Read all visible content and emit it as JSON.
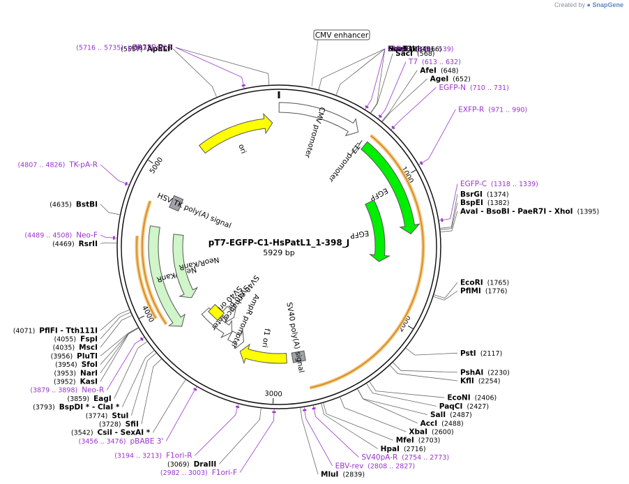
{
  "watermark": {
    "prefix": "Created by",
    "brand": "SnapGene"
  },
  "plasmid": {
    "name": "pT7-EGFP-C1-HsPatL1_1-398_J",
    "length_label": "5929 bp",
    "length": 5929
  },
  "ruler": [
    {
      "label": "1000",
      "pos": 1000
    },
    {
      "label": "2000",
      "pos": 2000
    },
    {
      "label": "3000",
      "pos": 3000
    },
    {
      "label": "4000",
      "pos": 4000
    },
    {
      "label": "5000",
      "pos": 5000
    }
  ],
  "colors": {
    "backbone": "#111111",
    "primer": "#9933cc",
    "enzyme": "#000000",
    "orf_highlight": "#f5c275",
    "orf_line": "#c87b17",
    "cds": "#00ee00",
    "ori": "#ffff00",
    "neo": "#cff5c8",
    "promoter": "#ffffff",
    "polyA": "#a0a4a8"
  },
  "enzymes": [
    {
      "name": "PciI",
      "pos": "(5871)",
      "side": "left",
      "site": 5871
    },
    {
      "name": "ApaLI",
      "pos": "(5557)",
      "side": "left",
      "site": 5557
    },
    {
      "name": "NdeI",
      "pos": "(234)",
      "side": "right",
      "site": 234
    },
    {
      "name": "SnaBI",
      "pos": "(340)",
      "side": "right",
      "site": 340
    },
    {
      "name": "Eco53kI",
      "pos": "(566)",
      "side": "right",
      "site": 566
    },
    {
      "name": "SacI",
      "pos": "(568)",
      "side": "right",
      "site": 568
    },
    {
      "name": "AfeI",
      "pos": "(648)",
      "side": "right",
      "site": 648
    },
    {
      "name": "AgeI",
      "pos": "(652)",
      "side": "right",
      "site": 652
    },
    {
      "name": "BsrGI",
      "pos": "(1374)",
      "side": "right",
      "site": 1374
    },
    {
      "name": "BspEI",
      "pos": "(1382)",
      "side": "right",
      "site": 1382
    },
    {
      "name": "AvaI - BsoBI - PaeR7I - XhoI",
      "pos": "(1395)",
      "side": "right",
      "site": 1395
    },
    {
      "name": "EcoRI",
      "pos": "(1765)",
      "side": "right",
      "site": 1765
    },
    {
      "name": "PflMI",
      "pos": "(1776)",
      "side": "right",
      "site": 1776
    },
    {
      "name": "PstI",
      "pos": "(2117)",
      "side": "right",
      "site": 2117
    },
    {
      "name": "PshAI",
      "pos": "(2230)",
      "side": "right",
      "site": 2230
    },
    {
      "name": "KflI",
      "pos": "(2254)",
      "side": "right",
      "site": 2254
    },
    {
      "name": "EcoNI",
      "pos": "(2406)",
      "side": "right",
      "site": 2406
    },
    {
      "name": "PaqCI",
      "pos": "(2427)",
      "side": "right",
      "site": 2427
    },
    {
      "name": "SalI",
      "pos": "(2487)",
      "side": "right",
      "site": 2487
    },
    {
      "name": "AccI",
      "pos": "(2488)",
      "side": "right",
      "site": 2488
    },
    {
      "name": "XbaI",
      "pos": "(2600)",
      "side": "right",
      "site": 2600
    },
    {
      "name": "MfeI",
      "pos": "(2703)",
      "side": "right",
      "site": 2703
    },
    {
      "name": "HpaI",
      "pos": "(2716)",
      "side": "right",
      "site": 2716
    },
    {
      "name": "MluI",
      "pos": "(2839)",
      "side": "right",
      "site": 2839
    },
    {
      "name": "DraIII",
      "pos": "(3069)",
      "side": "left",
      "site": 3069
    },
    {
      "name": "CsiI - SexAI *",
      "pos": "(3542)",
      "side": "left",
      "site": 3542
    },
    {
      "name": "SfiI",
      "pos": "(3728)",
      "side": "left",
      "site": 3728
    },
    {
      "name": "StuI",
      "pos": "(3774)",
      "side": "left",
      "site": 3774
    },
    {
      "name": "BspDI * - ClaI *",
      "pos": "(3793)",
      "side": "left",
      "site": 3793
    },
    {
      "name": "EagI",
      "pos": "(3859)",
      "side": "left",
      "site": 3859
    },
    {
      "name": "KasI",
      "pos": "(3952)",
      "side": "left",
      "site": 3952
    },
    {
      "name": "NarI",
      "pos": "(3953)",
      "side": "left",
      "site": 3953
    },
    {
      "name": "SfoI",
      "pos": "(3954)",
      "side": "left",
      "site": 3954
    },
    {
      "name": "PluTI",
      "pos": "(3956)",
      "side": "left",
      "site": 3956
    },
    {
      "name": "MscI",
      "pos": "(4035)",
      "side": "left",
      "site": 4035
    },
    {
      "name": "FspI",
      "pos": "(4055)",
      "side": "left",
      "site": 4055
    },
    {
      "name": "PflFI - Tth111I",
      "pos": "(4071)",
      "side": "left",
      "site": 4071
    },
    {
      "name": "RsrII",
      "pos": "(4469)",
      "side": "left",
      "site": 4469
    },
    {
      "name": "BstBI",
      "pos": "(4635)",
      "side": "left",
      "site": 4635
    }
  ],
  "primers": [
    {
      "name": "pBR322ori-F",
      "range": "(5716 .. 5735)",
      "side": "left",
      "start": 5716,
      "end": 5735
    },
    {
      "name": "CMV-F",
      "range": "(519 .. 539)",
      "side": "right",
      "start": 519,
      "end": 539
    },
    {
      "name": "T7",
      "range": "(613 .. 632)",
      "side": "right",
      "start": 613,
      "end": 632
    },
    {
      "name": "EGFP-N",
      "range": "(710 .. 731)",
      "side": "right",
      "start": 710,
      "end": 731
    },
    {
      "name": "EXFP-R",
      "range": "(971 .. 990)",
      "side": "right",
      "start": 971,
      "end": 990
    },
    {
      "name": "EGFP-C",
      "range": "(1318 .. 1339)",
      "side": "right",
      "start": 1318,
      "end": 1339
    },
    {
      "name": "SV40pA-R",
      "range": "(2754 .. 2773)",
      "side": "right",
      "start": 2754,
      "end": 2773
    },
    {
      "name": "EBV-rev",
      "range": "(2808 .. 2827)",
      "side": "right",
      "start": 2808,
      "end": 2827
    },
    {
      "name": "F1ori-F",
      "range": "(2982 .. 3003)",
      "side": "left",
      "start": 2982,
      "end": 3003
    },
    {
      "name": "F1ori-R",
      "range": "(3194 .. 3213)",
      "side": "left",
      "start": 3194,
      "end": 3213
    },
    {
      "name": "pBABE 3'",
      "range": "(3456 .. 3476)",
      "side": "left",
      "start": 3456,
      "end": 3476
    },
    {
      "name": "Neo-R",
      "range": "(3879 .. 3898)",
      "side": "left",
      "start": 3879,
      "end": 3898
    },
    {
      "name": "Neo-F",
      "range": "(4489 .. 4508)",
      "side": "left",
      "start": 4489,
      "end": 4508
    },
    {
      "name": "TK-pA-R",
      "range": "(4807 .. 4826)",
      "side": "left",
      "start": 4807,
      "end": 4826
    }
  ],
  "boxed_feature": {
    "label": "CMV enhancer",
    "start": 1,
    "end": 380
  },
  "features": [
    {
      "label": "ori",
      "type": "ori",
      "start": 5300,
      "end": 5880,
      "dir": "fwd"
    },
    {
      "label": "CMV promoter",
      "type": "promoter",
      "start": 1,
      "end": 570,
      "dir": "fwd"
    },
    {
      "label": "T7 promoter",
      "type": "promoter",
      "start": 613,
      "end": 632,
      "dir": "fwd"
    },
    {
      "label": "EGFP",
      "type": "cds",
      "start": 660,
      "end": 1390,
      "dir": "fwd"
    },
    {
      "label": "EGFP",
      "type": "cds",
      "start": 1050,
      "end": 1620,
      "dir": "fwd"
    },
    {
      "label": "SV40 poly(A) signal",
      "type": "polyA",
      "start": 2735,
      "end": 2860,
      "dir": "none"
    },
    {
      "label": "f1 ori",
      "type": "ori",
      "start": 2900,
      "end": 3300,
      "dir": "fwd"
    },
    {
      "label": "AmpR promoter",
      "type": "promoter",
      "start": 3300,
      "end": 3440,
      "dir": "rev"
    },
    {
      "label": "SV40 promoter",
      "type": "promoter",
      "start": 3440,
      "end": 3770,
      "dir": "rev"
    },
    {
      "label": "SV40 enhancer",
      "type": "promoter",
      "start": 3500,
      "end": 3640,
      "dir": "rev"
    },
    {
      "label": "SV40 ori",
      "type": "ori",
      "start": 3640,
      "end": 3730,
      "dir": "none"
    },
    {
      "label": "NeoR/KanR",
      "type": "neo",
      "start": 3800,
      "end": 4600,
      "dir": "rev"
    },
    {
      "label": "NeoR/KanR",
      "type": "neo",
      "start": 3950,
      "end": 4560,
      "dir": "rev"
    },
    {
      "label": "HSV TK poly(A) signal",
      "type": "polyA",
      "start": 4800,
      "end": 4850,
      "dir": "none"
    }
  ]
}
